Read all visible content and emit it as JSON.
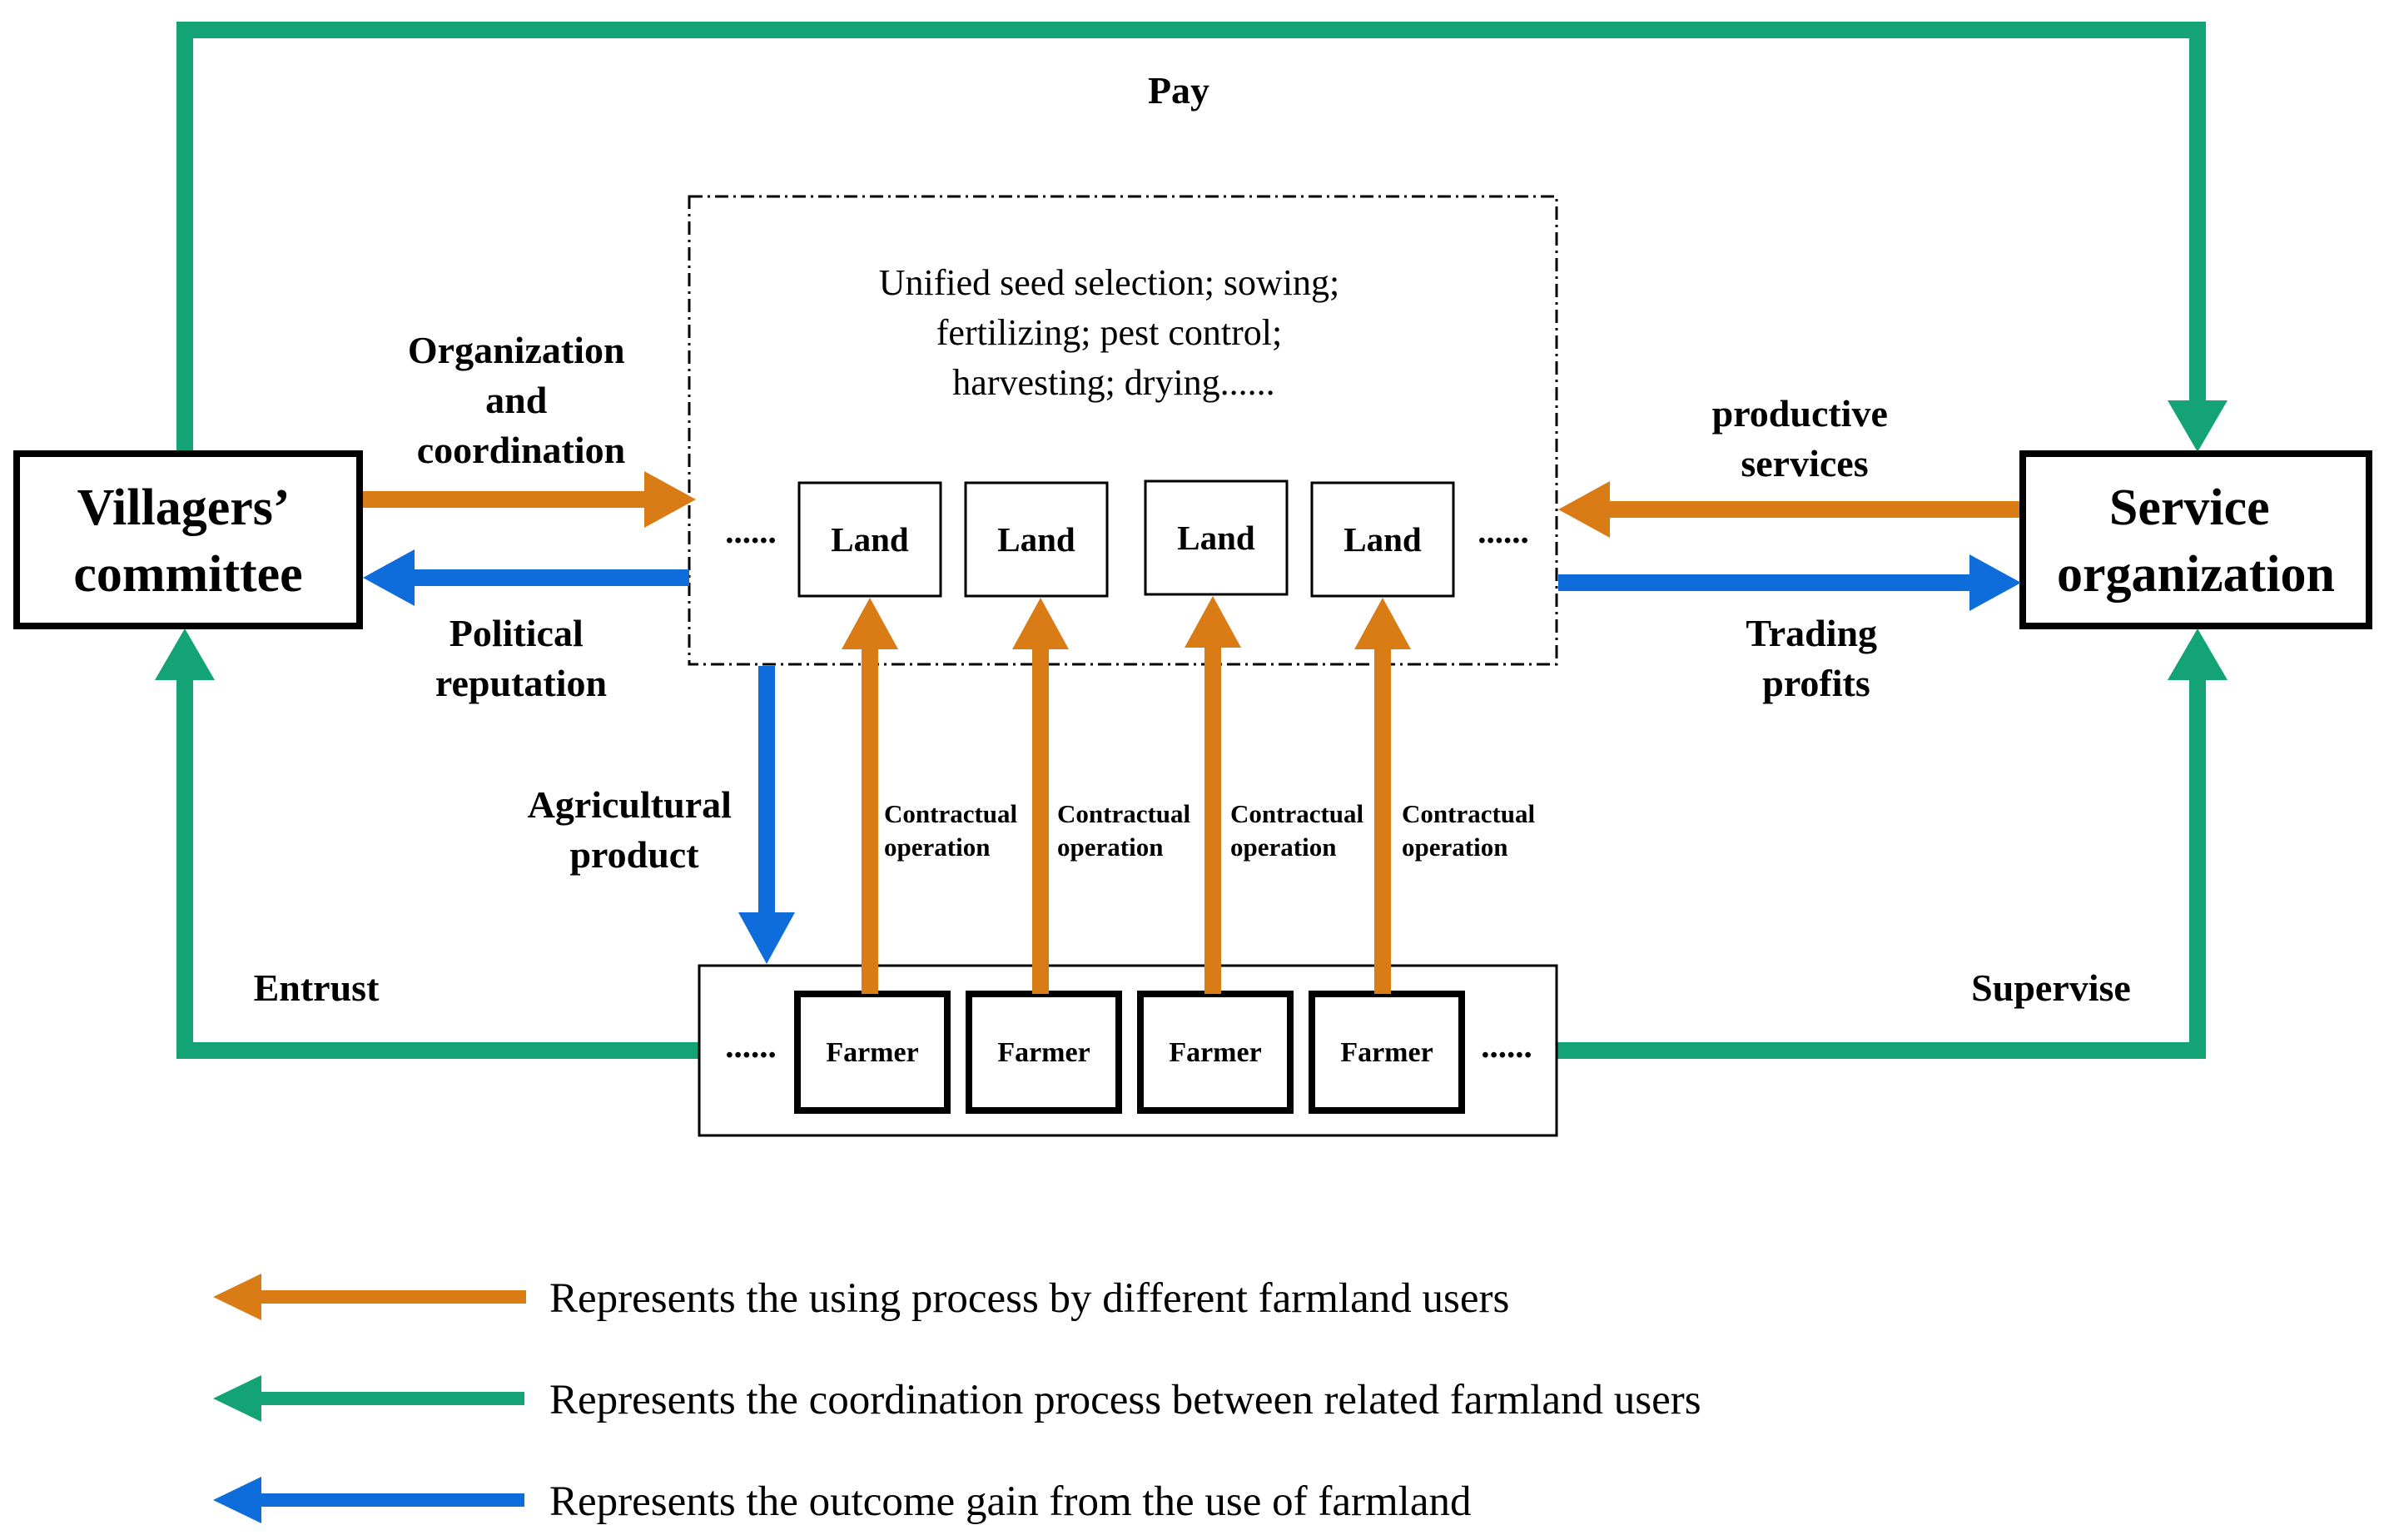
{
  "colors": {
    "orange": "#D97C15",
    "green": "#13A374",
    "blue": "#0E6CDB",
    "border": "#000000"
  },
  "nodes": {
    "villagers_committee": [
      "Villagers’",
      "committee"
    ],
    "service_organization": [
      "Service",
      "organization"
    ],
    "land": [
      "Land",
      "Land",
      "Land",
      "Land"
    ],
    "farmer": [
      "Farmer",
      "Farmer",
      "Farmer",
      "Farmer"
    ],
    "ellipsis": "......"
  },
  "services_text": [
    "Unified seed selection; sowing;",
    "fertilizing; pest control;",
    "harvesting; drying......"
  ],
  "edge_labels": {
    "pay": "Pay",
    "organization_coordination": [
      "Organization",
      "and",
      "coordination"
    ],
    "political_reputation": [
      "Political",
      "reputation"
    ],
    "productive_services": [
      "productive",
      "services"
    ],
    "trading_profits": [
      "Trading",
      "profits"
    ],
    "agricultural_product": [
      "Agricultural",
      "product"
    ],
    "entrust": "Entrust",
    "supervise": "Supervise",
    "contractual_operation": [
      "Contractual",
      "operation"
    ]
  },
  "legend": [
    {
      "color": "orange",
      "text": "Represents the using process by different farmland users"
    },
    {
      "color": "green",
      "text": "Represents the coordination process between related farmland users"
    },
    {
      "color": "blue",
      "text": "Represents the outcome gain from the use of farmland"
    }
  ]
}
